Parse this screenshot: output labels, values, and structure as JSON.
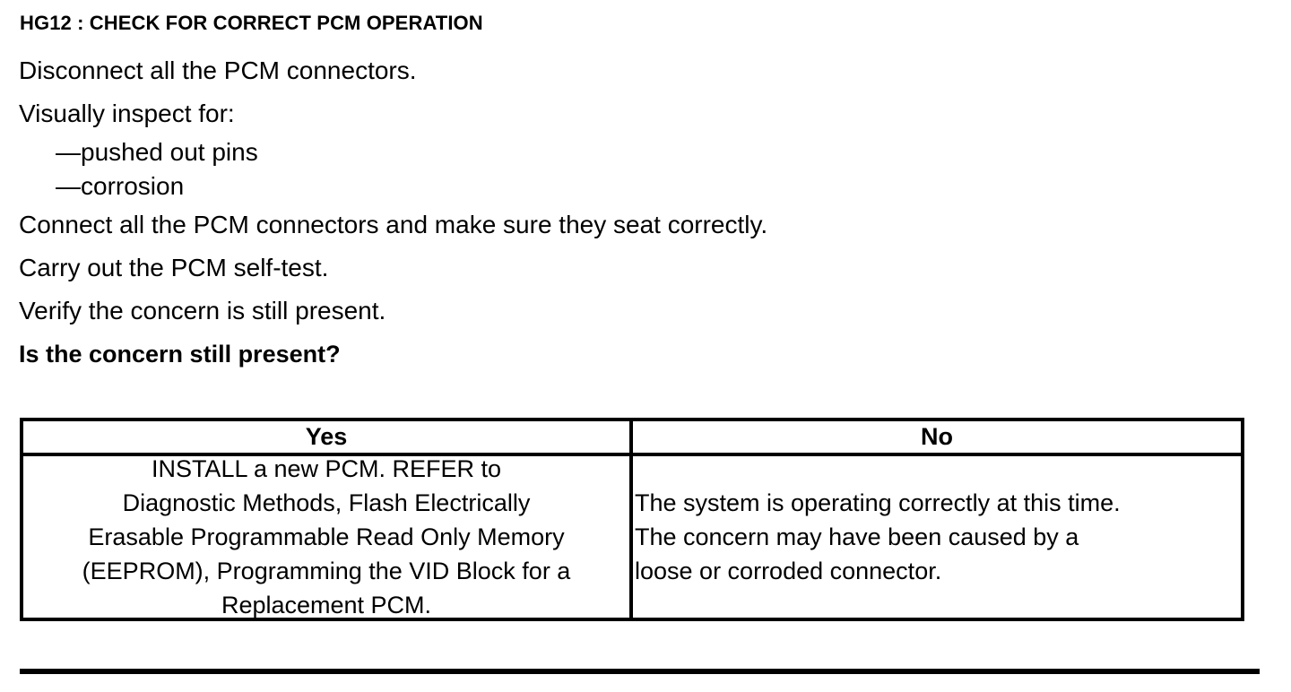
{
  "document": {
    "step_title": "HG12 : CHECK FOR CORRECT PCM OPERATION",
    "instructions": [
      {
        "text": "Disconnect all the PCM connectors.",
        "style": "normal"
      },
      {
        "text": "Visually inspect for:",
        "style": "normal"
      },
      {
        "text": "—pushed out pins",
        "style": "bullet"
      },
      {
        "text": "—corrosion",
        "style": "bullet"
      },
      {
        "text": "Connect all the PCM connectors and make sure they seat correctly.",
        "style": "normal"
      },
      {
        "text": "Carry out the PCM self-test.",
        "style": "normal"
      },
      {
        "text": "Verify the concern is still present.",
        "style": "normal"
      },
      {
        "text": "Is the concern still present?",
        "style": "question"
      }
    ]
  },
  "decision_table": {
    "headers": [
      "Yes",
      "No"
    ],
    "yes_cell": {
      "lines": [
        "INSTALL a new PCM. REFER to",
        "Diagnostic Methods, Flash Electrically",
        "Erasable Programmable Read Only Memory",
        "(EEPROM), Programming the VID Block for a",
        "Replacement PCM."
      ]
    },
    "no_cell": {
      "lines": [
        "The system is operating correctly at this time.",
        "The concern may have been caused by a",
        "loose or corroded connector."
      ]
    }
  },
  "colors": {
    "ink": "#000000",
    "paper": "#ffffff"
  }
}
